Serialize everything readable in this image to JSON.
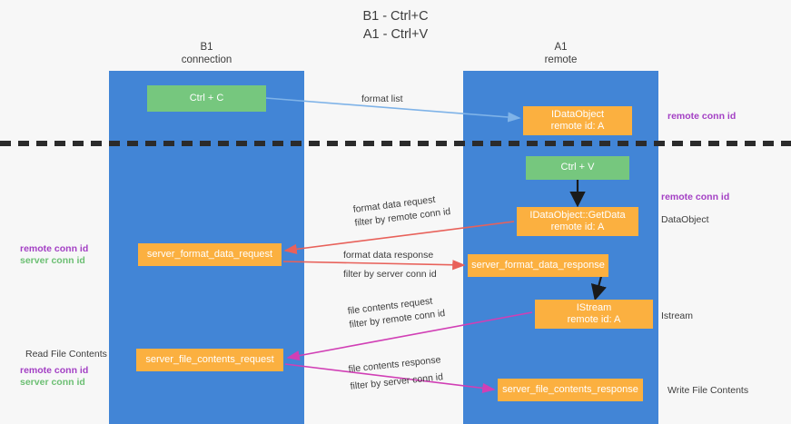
{
  "title": {
    "line1": "B1 - Ctrl+C",
    "line2": "A1 - Ctrl+V"
  },
  "lanes": [
    {
      "id": "b1",
      "name": "B1",
      "role": "connection",
      "color": "#4285d6"
    },
    {
      "id": "a1",
      "name": "A1",
      "role": "remote",
      "color": "#4285d6"
    }
  ],
  "nodes": {
    "ctrl_c": {
      "line1": "Ctrl + C",
      "line2": "",
      "color": "#76c77e"
    },
    "idataobject": {
      "line1": "IDataObject",
      "line2": "remote id: A",
      "color": "#fbb040"
    },
    "ctrl_v": {
      "line1": "Ctrl + V",
      "line2": "",
      "color": "#76c77e"
    },
    "getdata": {
      "line1": "IDataObject::GetData",
      "line2": "remote id: A",
      "color": "#fbb040"
    },
    "sfd_request": {
      "line1": "server_format_data_request",
      "line2": "",
      "color": "#fbb040"
    },
    "sfd_response": {
      "line1": "server_format_data_response",
      "line2": "",
      "color": "#fbb040"
    },
    "istream": {
      "line1": "IStream",
      "line2": "remote id: A",
      "color": "#fbb040"
    },
    "sfc_request": {
      "line1": "server_file_contents_request",
      "line2": "",
      "color": "#fbb040"
    },
    "sfc_response": {
      "line1": "server_file_contents_response",
      "line2": "",
      "color": "#fbb040"
    }
  },
  "edge_labels": {
    "format_list": "format list",
    "format_data_request": "format data request",
    "format_data_request_filter_prefix": "filter by ",
    "format_data_request_filter_key": "remote conn id",
    "format_data_response": "format data response",
    "format_data_response_filter_prefix": "filter by ",
    "format_data_response_filter_key": "server conn id",
    "file_contents_request": "file contents request",
    "file_contents_request_filter_prefix": "filter by ",
    "file_contents_request_filter_key": "remote conn id",
    "file_contents_response": "file contents response",
    "file_contents_response_filter_prefix": "filter by ",
    "file_contents_response_filter_key": "server conn id"
  },
  "annotations": {
    "remote_conn_id_top": "remote conn id",
    "remote_conn_id_mid": "remote conn id",
    "dataobject": "DataObject",
    "istream": "Istream",
    "write_file_contents": "Write File Contents",
    "read_file_contents": "Read File Contents",
    "remote_conn_id_left_1": "remote conn id",
    "server_conn_id_left_1": "server conn id",
    "remote_conn_id_left_2": "remote conn id",
    "server_conn_id_left_2": "server conn id"
  },
  "colors": {
    "lane": "#4285d6",
    "node_green": "#76c77e",
    "node_orange": "#fbb040",
    "remote_conn_id": "#a33fc4",
    "server_conn_id": "#6cbf73",
    "arrow_blue": "#7fb3e8",
    "arrow_red": "#e8615a",
    "arrow_magenta": "#d13fb5",
    "arrow_black": "#1a1a1a",
    "background": "#f7f7f7",
    "text": "#3c3c3c"
  }
}
